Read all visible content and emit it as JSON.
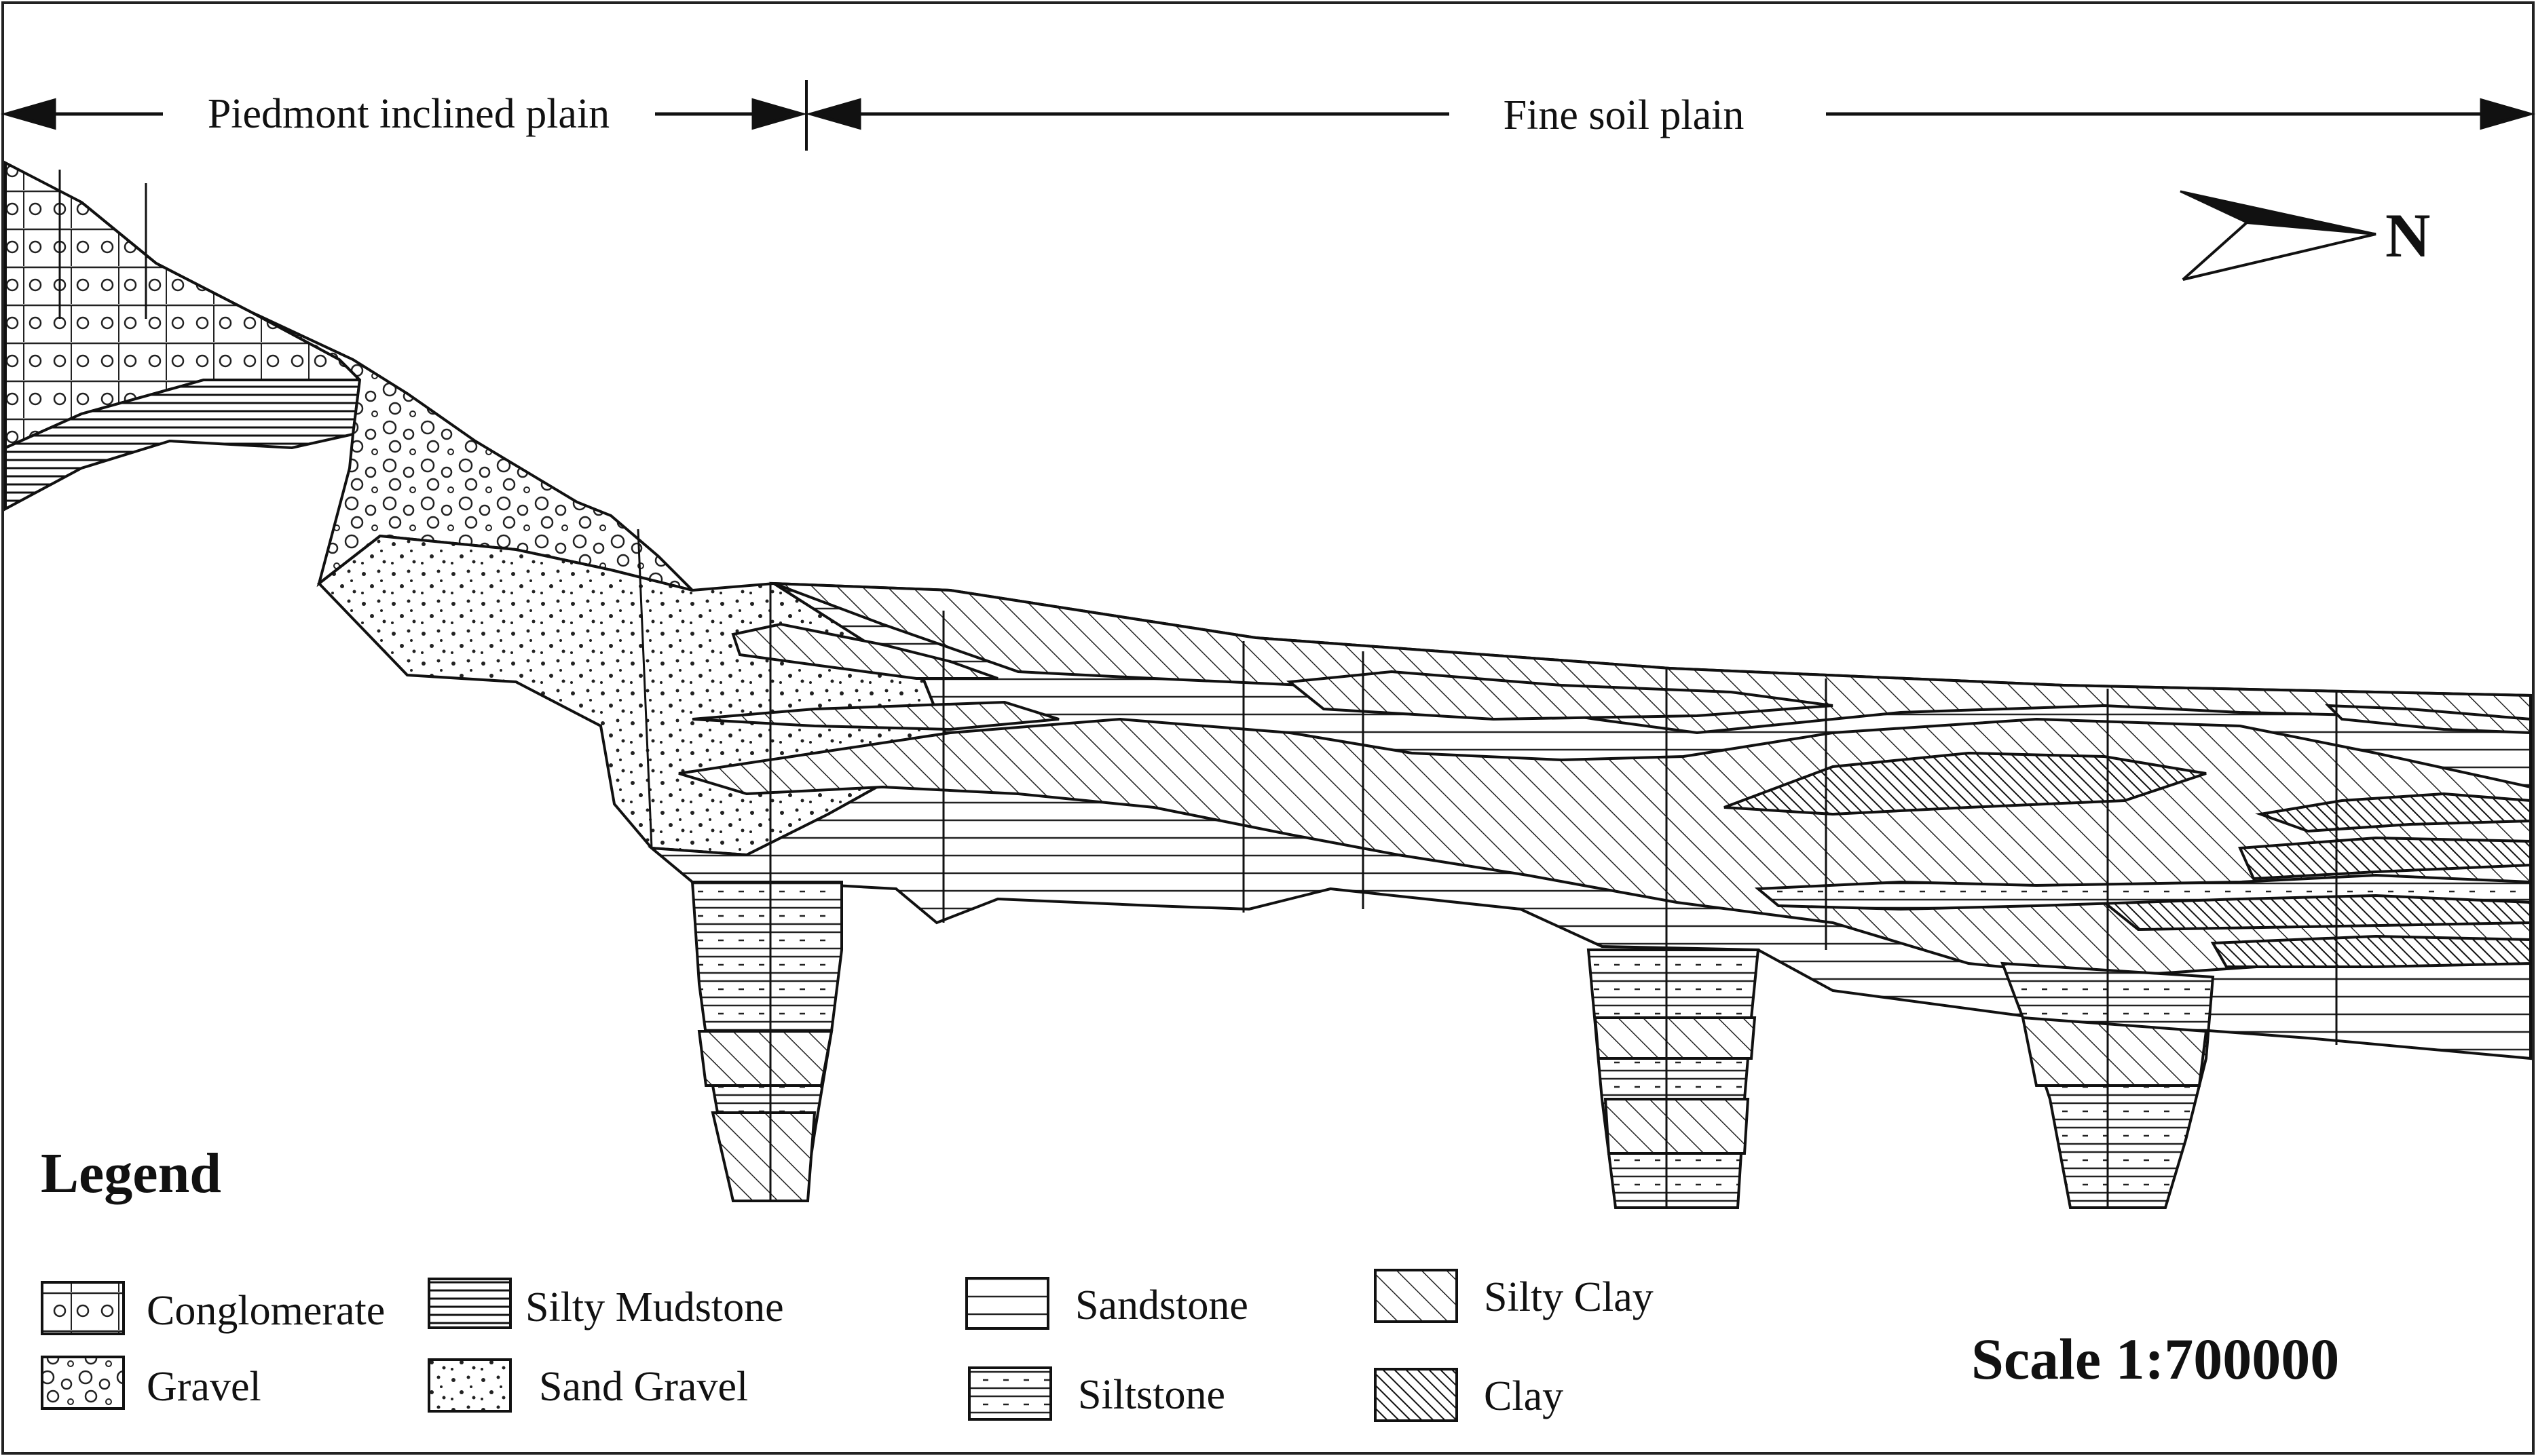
{
  "zones": {
    "left": "Piedmont inclined plain",
    "right": "Fine soil plain"
  },
  "north": {
    "label": "N"
  },
  "legend": {
    "title": "Legend",
    "items": [
      {
        "key": "conglomerate",
        "label": "Conglomerate",
        "pattern": "conglomerate"
      },
      {
        "key": "gravel",
        "label": "Gravel",
        "pattern": "gravel"
      },
      {
        "key": "silty_mudstone",
        "label": "Silty Mudstone",
        "pattern": "silty-mudstone"
      },
      {
        "key": "sand_gravel",
        "label": "Sand Gravel",
        "pattern": "sand-gravel"
      },
      {
        "key": "sandstone",
        "label": "Sandstone",
        "pattern": "sandstone"
      },
      {
        "key": "siltstone",
        "label": "Siltstone",
        "pattern": "siltstone"
      },
      {
        "key": "silty_clay",
        "label": "Silty Clay",
        "pattern": "silty-clay"
      },
      {
        "key": "clay",
        "label": "Clay",
        "pattern": "clay"
      }
    ]
  },
  "scale": {
    "label": "Scale 1:700000"
  },
  "colors": {
    "ink": "#111111",
    "background": "#ffffff"
  }
}
